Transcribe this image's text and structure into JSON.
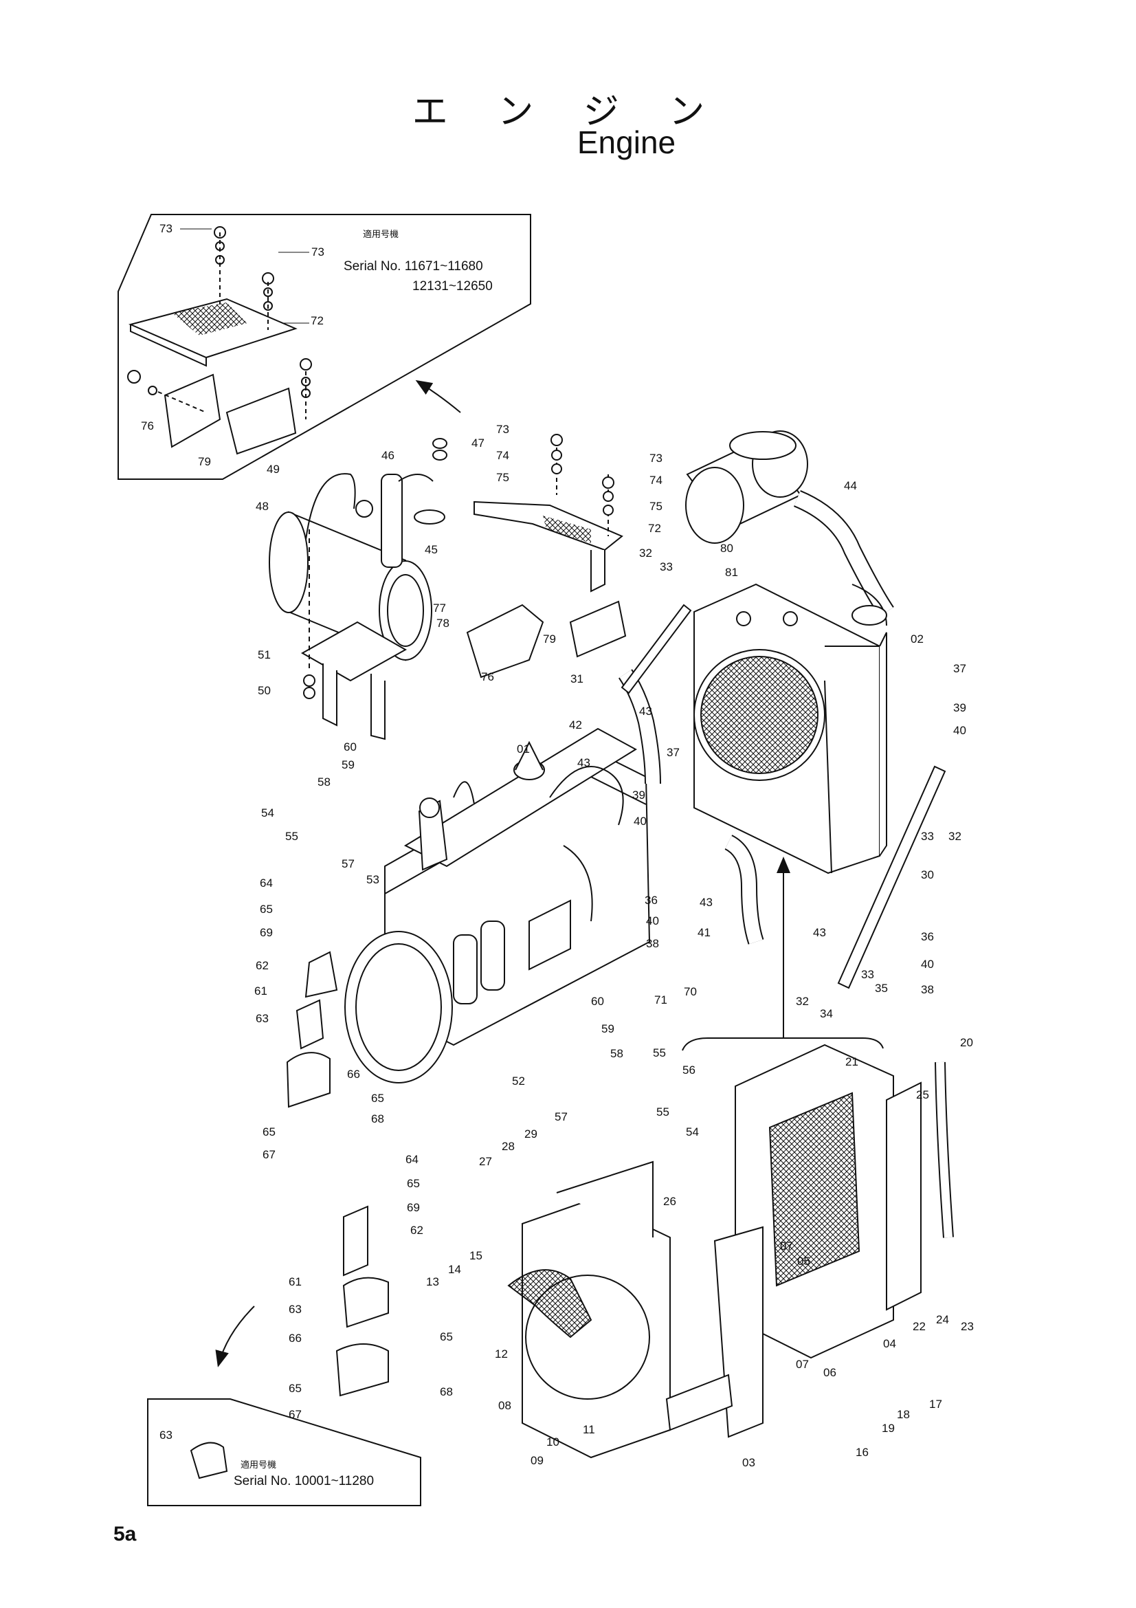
{
  "header": {
    "title_jp": "エ ン ジ ン",
    "title_en": "Engine"
  },
  "insets": {
    "top": {
      "applicability_label": "適用号機",
      "serial_line1": "Serial No. 11671~11680",
      "serial_line2": "12131~12650"
    },
    "bottom": {
      "applicability_label": "適用号機",
      "serial_line1": "Serial No. 10001~11280"
    }
  },
  "page_number": "5a",
  "callouts": [
    {
      "id": "top-73a",
      "text": "73"
    },
    {
      "id": "top-73b",
      "text": "73"
    },
    {
      "id": "top-72",
      "text": "72"
    },
    {
      "id": "top-76",
      "text": "76"
    },
    {
      "id": "top-79",
      "text": "79"
    },
    {
      "id": "c73",
      "text": "73"
    },
    {
      "id": "c74",
      "text": "74"
    },
    {
      "id": "c75",
      "text": "75"
    },
    {
      "id": "c73b",
      "text": "73"
    },
    {
      "id": "c74b",
      "text": "74"
    },
    {
      "id": "c75b",
      "text": "75"
    },
    {
      "id": "c47",
      "text": "47"
    },
    {
      "id": "c46",
      "text": "46"
    },
    {
      "id": "c45",
      "text": "45"
    },
    {
      "id": "c49",
      "text": "49"
    },
    {
      "id": "c48",
      "text": "48"
    },
    {
      "id": "c44",
      "text": "44"
    },
    {
      "id": "c72",
      "text": "72"
    },
    {
      "id": "c80",
      "text": "80"
    },
    {
      "id": "c81",
      "text": "81"
    },
    {
      "id": "c32",
      "text": "32"
    },
    {
      "id": "c33",
      "text": "33"
    },
    {
      "id": "c77",
      "text": "77"
    },
    {
      "id": "c78",
      "text": "78"
    },
    {
      "id": "c76",
      "text": "76"
    },
    {
      "id": "c79",
      "text": "79"
    },
    {
      "id": "c02",
      "text": "02"
    },
    {
      "id": "c37",
      "text": "37"
    },
    {
      "id": "c39",
      "text": "39"
    },
    {
      "id": "c40",
      "text": "40"
    },
    {
      "id": "c51",
      "text": "51"
    },
    {
      "id": "c50",
      "text": "50"
    },
    {
      "id": "c31",
      "text": "31"
    },
    {
      "id": "c43",
      "text": "43"
    },
    {
      "id": "c42",
      "text": "42"
    },
    {
      "id": "c60",
      "text": "60"
    },
    {
      "id": "c59",
      "text": "59"
    },
    {
      "id": "c58",
      "text": "58"
    },
    {
      "id": "c01",
      "text": "01"
    },
    {
      "id": "c43b",
      "text": "43"
    },
    {
      "id": "c37b",
      "text": "37"
    },
    {
      "id": "c54",
      "text": "54"
    },
    {
      "id": "c55",
      "text": "55"
    },
    {
      "id": "c39b",
      "text": "39"
    },
    {
      "id": "c40b",
      "text": "40"
    },
    {
      "id": "c33b",
      "text": "33"
    },
    {
      "id": "c32b",
      "text": "32"
    },
    {
      "id": "c57",
      "text": "57"
    },
    {
      "id": "c53",
      "text": "53"
    },
    {
      "id": "c30",
      "text": "30"
    },
    {
      "id": "c64",
      "text": "64"
    },
    {
      "id": "c65",
      "text": "65"
    },
    {
      "id": "c69",
      "text": "69"
    },
    {
      "id": "c36",
      "text": "36"
    },
    {
      "id": "c43c",
      "text": "43"
    },
    {
      "id": "c40c",
      "text": "40"
    },
    {
      "id": "c62",
      "text": "62"
    },
    {
      "id": "c38",
      "text": "38"
    },
    {
      "id": "c41",
      "text": "41"
    },
    {
      "id": "c43d",
      "text": "43"
    },
    {
      "id": "c36b",
      "text": "36"
    },
    {
      "id": "c61",
      "text": "61"
    },
    {
      "id": "c40d",
      "text": "40"
    },
    {
      "id": "c63",
      "text": "63"
    },
    {
      "id": "c71",
      "text": "71"
    },
    {
      "id": "c70",
      "text": "70"
    },
    {
      "id": "c33c",
      "text": "33"
    },
    {
      "id": "c35",
      "text": "35"
    },
    {
      "id": "c32c",
      "text": "32"
    },
    {
      "id": "c34",
      "text": "34"
    },
    {
      "id": "c38b",
      "text": "38"
    },
    {
      "id": "c60b",
      "text": "60"
    },
    {
      "id": "c59b",
      "text": "59"
    },
    {
      "id": "c58b",
      "text": "58"
    },
    {
      "id": "c55b",
      "text": "55"
    },
    {
      "id": "c56",
      "text": "56"
    },
    {
      "id": "c20",
      "text": "20"
    },
    {
      "id": "c66",
      "text": "66"
    },
    {
      "id": "c52",
      "text": "52"
    },
    {
      "id": "c55c",
      "text": "55"
    },
    {
      "id": "c65b",
      "text": "65"
    },
    {
      "id": "c68",
      "text": "68"
    },
    {
      "id": "c21",
      "text": "21"
    },
    {
      "id": "c57b",
      "text": "57"
    },
    {
      "id": "c54b",
      "text": "54"
    },
    {
      "id": "c25",
      "text": "25"
    },
    {
      "id": "c65c",
      "text": "65"
    },
    {
      "id": "c67",
      "text": "67"
    },
    {
      "id": "c28",
      "text": "28"
    },
    {
      "id": "c29",
      "text": "29"
    },
    {
      "id": "c27",
      "text": "27"
    },
    {
      "id": "c64b",
      "text": "64"
    },
    {
      "id": "c65d",
      "text": "65"
    },
    {
      "id": "c69b",
      "text": "69"
    },
    {
      "id": "c26",
      "text": "26"
    },
    {
      "id": "c62b",
      "text": "62"
    },
    {
      "id": "c61b",
      "text": "61"
    },
    {
      "id": "c07",
      "text": "07"
    },
    {
      "id": "c05",
      "text": "05"
    },
    {
      "id": "c15",
      "text": "15"
    },
    {
      "id": "c14",
      "text": "14"
    },
    {
      "id": "c13",
      "text": "13"
    },
    {
      "id": "c63b",
      "text": "63"
    },
    {
      "id": "c24",
      "text": "24"
    },
    {
      "id": "c22",
      "text": "22"
    },
    {
      "id": "c23",
      "text": "23"
    },
    {
      "id": "c66b",
      "text": "66"
    },
    {
      "id": "c12",
      "text": "12"
    },
    {
      "id": "c04",
      "text": "04"
    },
    {
      "id": "c65e",
      "text": "65"
    },
    {
      "id": "c65f",
      "text": "65"
    },
    {
      "id": "c68b",
      "text": "68"
    },
    {
      "id": "c07b",
      "text": "07"
    },
    {
      "id": "c06",
      "text": "06"
    },
    {
      "id": "c17",
      "text": "17"
    },
    {
      "id": "c67b",
      "text": "67"
    },
    {
      "id": "c08",
      "text": "08"
    },
    {
      "id": "c18",
      "text": "18"
    },
    {
      "id": "c19",
      "text": "19"
    },
    {
      "id": "c11",
      "text": "11"
    },
    {
      "id": "c10",
      "text": "10"
    },
    {
      "id": "c09",
      "text": "09"
    },
    {
      "id": "c03",
      "text": "03"
    },
    {
      "id": "c16",
      "text": "16"
    },
    {
      "id": "c63c",
      "text": "63"
    }
  ]
}
